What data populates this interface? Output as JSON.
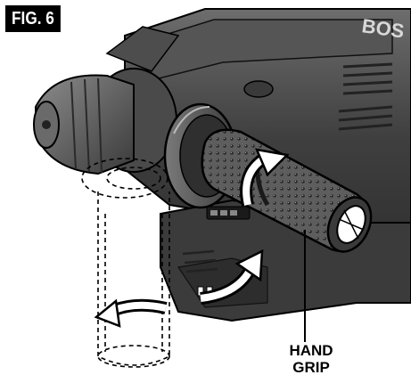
{
  "figure": {
    "label": "FIG. 6",
    "brand_mark": "BOS",
    "callout": {
      "line1": "HAND",
      "line2": "GRIP"
    }
  },
  "icons": {
    "rotate_arrow_handle": "curved-arrow-icon",
    "rotate_arrow_base": "curved-arrow-icon",
    "rotate_arrow_ghost": "curved-arrow-icon"
  },
  "colors": {
    "ink": "#000000",
    "tool_body": "#4a4a4a",
    "grip": "#6b6b6b",
    "background": "#ffffff"
  }
}
